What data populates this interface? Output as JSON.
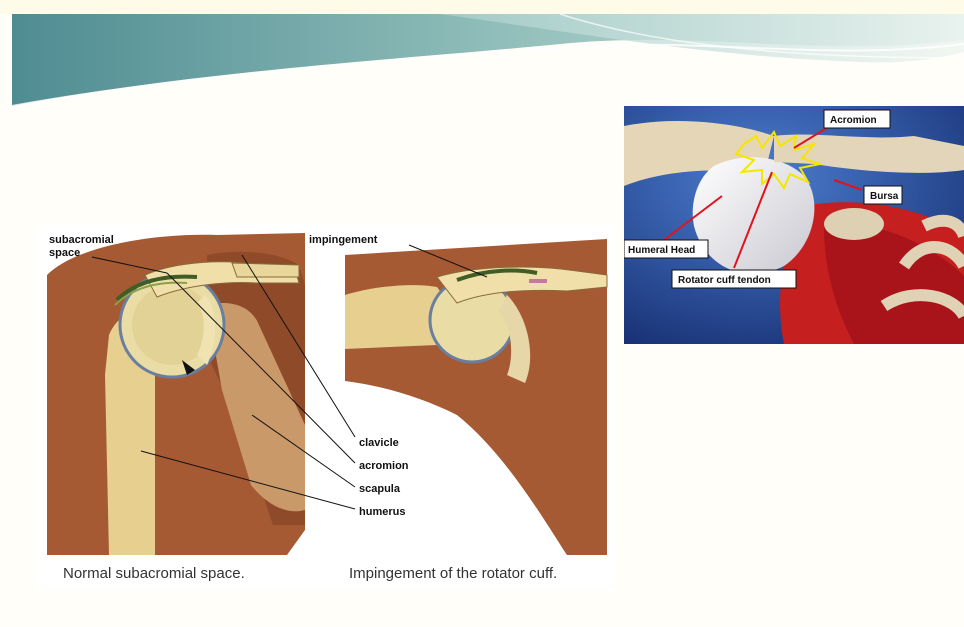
{
  "slide": {
    "colors": {
      "background": "#fffef8",
      "wave_dark": "#5f9a9e",
      "wave_light": "#c8dedb",
      "skin": "#a0522d",
      "bone": "#e8d9a0",
      "muscle_red": "#c81e1e",
      "background_blue": "#1c3a8a"
    }
  },
  "left_figure": {
    "normal": {
      "label_subacromial": "subacromial",
      "label_space": "space",
      "caption": "Normal subacromial space."
    },
    "impingement": {
      "label_impingement": "impingement",
      "caption": "Impingement of the rotator cuff."
    },
    "legend": [
      "clavicle",
      "acromion",
      "scapula",
      "humerus"
    ]
  },
  "right_figure": {
    "callouts": {
      "acromion": "Acromion",
      "bursa": "Bursa",
      "humeral_head": "Humeral Head",
      "rotator_cuff": "Rotator cuff tendon"
    }
  }
}
